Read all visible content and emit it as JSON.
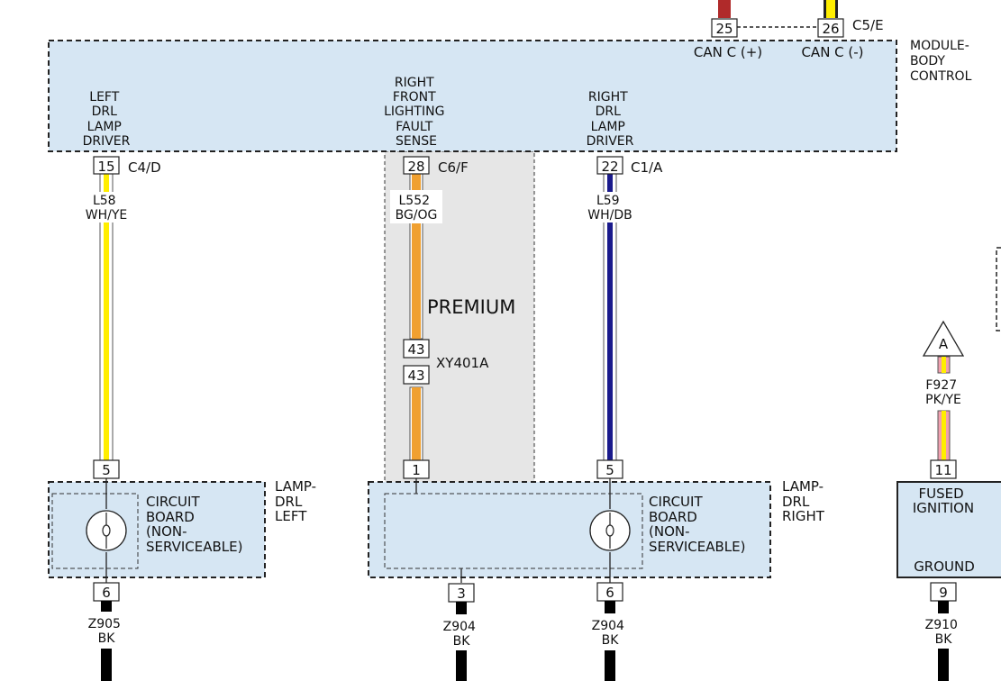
{
  "colors": {
    "module_fill": "#d6e6f3",
    "premium_fill": "#e6e6e6",
    "wire_yellow": "#ffee00",
    "wire_orange": "#f0a030",
    "wire_blue": "#1a1a8c",
    "wire_red": "#b02a2a",
    "wire_black": "#000000",
    "wire_pink": "#f0a0b0"
  },
  "top": {
    "can_plus_pin": "25",
    "can_minus_pin": "26",
    "can_connector": "C5/E",
    "can_plus_label": "CAN C (+)",
    "can_minus_label": "CAN C (-)"
  },
  "bcm": {
    "title": [
      "MODULE-",
      "BODY",
      "CONTROL"
    ],
    "left_driver": [
      "LEFT",
      "DRL",
      "LAMP",
      "DRIVER"
    ],
    "fault_sense": [
      "RIGHT",
      "FRONT",
      "LIGHTING",
      "FAULT",
      "SENSE"
    ],
    "right_driver": [
      "RIGHT",
      "DRL",
      "LAMP",
      "DRIVER"
    ]
  },
  "left_circuit": {
    "pin_top": "15",
    "connector_top": "C4/D",
    "wire": "L58",
    "wire_color": "WH/YE",
    "pin_bottom": "5",
    "pin_ground": "6",
    "ground_wire": "Z905",
    "ground_color": "BK"
  },
  "fault_circuit": {
    "pin_top": "28",
    "connector_top": "C6/F",
    "wire": "L552",
    "wire_color": "BG/OG",
    "premium": "PREMIUM",
    "inline_pin_a": "43",
    "inline_pin_b": "43",
    "inline_connector": "XY401A",
    "pin_bottom": "1",
    "pin_ground": "3",
    "ground_wire": "Z904",
    "ground_color": "BK"
  },
  "right_circuit": {
    "pin_top": "22",
    "connector_top": "C1/A",
    "wire": "L59",
    "wire_color": "WH/DB",
    "pin_bottom": "5",
    "pin_ground": "6",
    "ground_wire": "Z904",
    "ground_color": "BK"
  },
  "lamp_left": {
    "name": [
      "LAMP-",
      "DRL",
      "LEFT"
    ],
    "board": [
      "CIRCUIT",
      "BOARD",
      "(NON-",
      "SERVICEABLE)"
    ]
  },
  "lamp_right": {
    "name": [
      "LAMP-",
      "DRL",
      "RIGHT"
    ],
    "board": [
      "CIRCUIT",
      "BOARD",
      "(NON-",
      "SERVICEABLE)"
    ]
  },
  "ignition": {
    "ref": "A",
    "wire": "F927",
    "wire_color": "PK/YE",
    "pin_top": "11",
    "title": [
      "FUSED",
      "IGNITION"
    ],
    "ground_label": "GROUND",
    "pin_ground": "9",
    "ground_wire": "Z910",
    "ground_color": "BK"
  }
}
